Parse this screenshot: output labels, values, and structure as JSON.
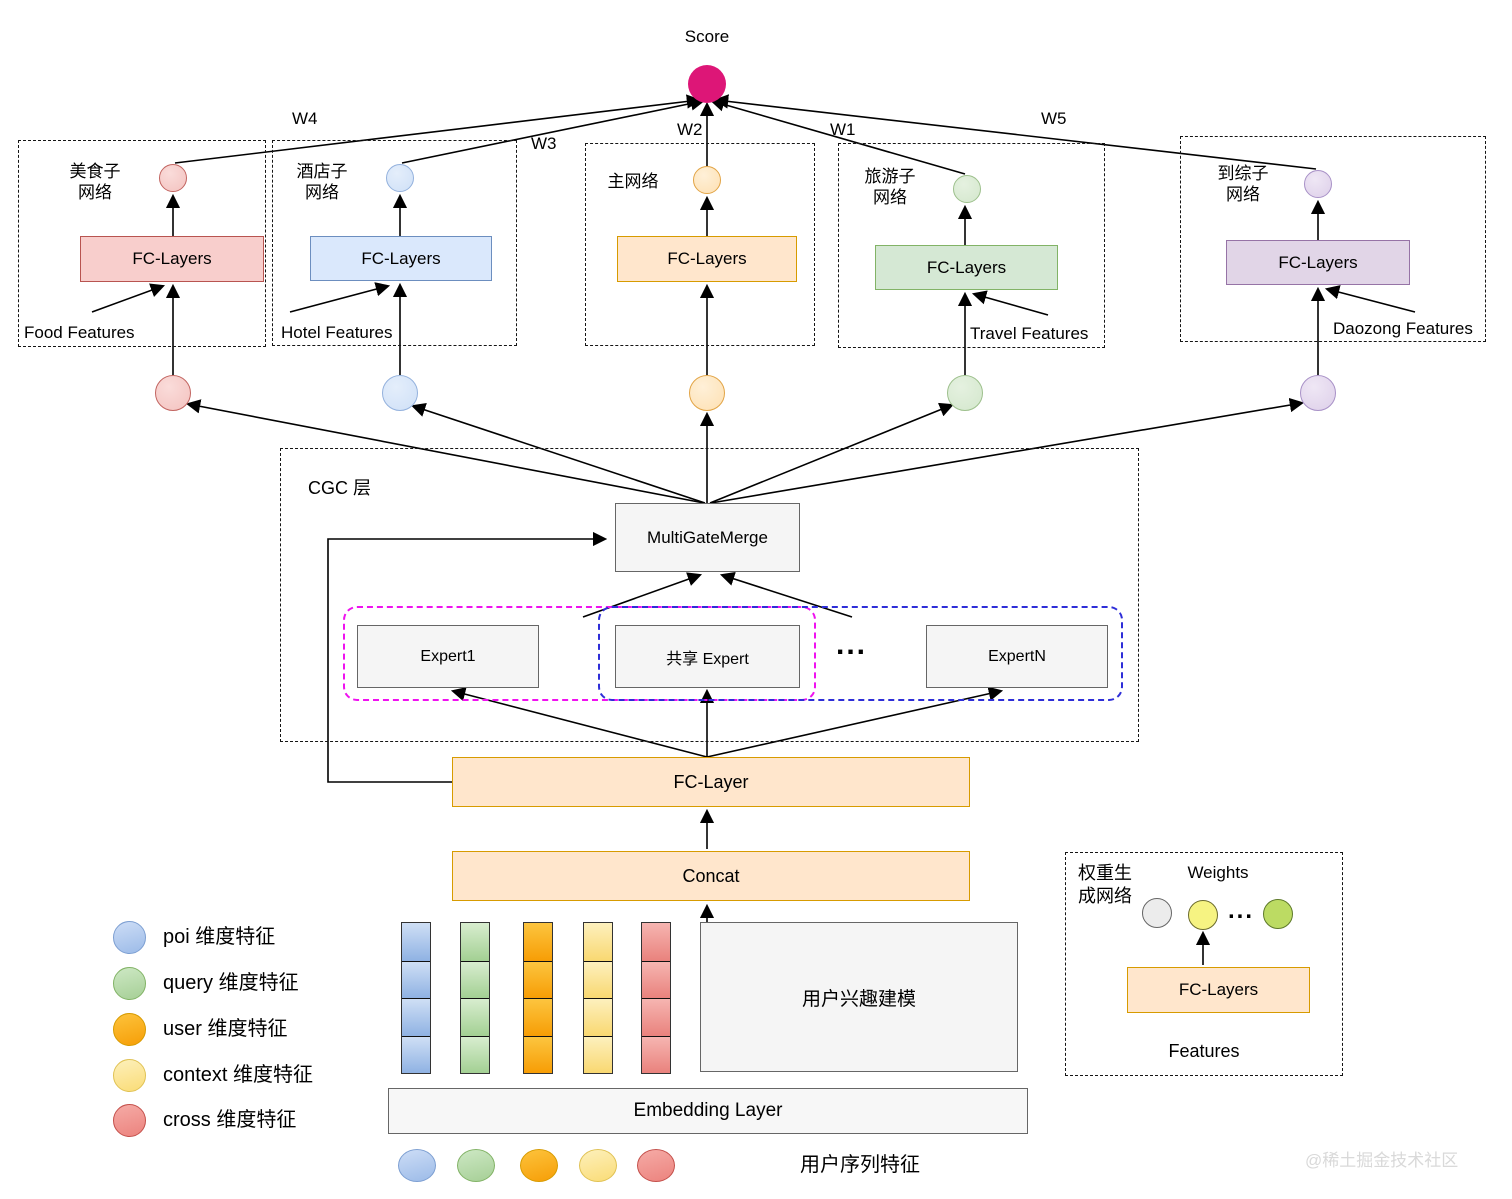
{
  "score": {
    "label": "Score"
  },
  "edge_weights": {
    "w4": "W4",
    "w3": "W3",
    "w2": "W2",
    "w1": "W1",
    "w5": "W5"
  },
  "subnets": [
    {
      "title": "美食子\n网络",
      "fc": "FC-Layers",
      "features": "Food Features"
    },
    {
      "title": "酒店子\n网络",
      "fc": "FC-Layers",
      "features": "Hotel Features"
    },
    {
      "title": "主网络",
      "fc": "FC-Layers",
      "features": ""
    },
    {
      "title": "旅游子\n网络",
      "fc": "FC-Layers",
      "features": "Travel Features"
    },
    {
      "title": "到综子\n网络",
      "fc": "FC-Layers",
      "features": "Daozong Features"
    }
  ],
  "cgc": {
    "label": "CGC 层",
    "merge": "MultiGateMerge",
    "experts": [
      "Expert1",
      "共享 Expert",
      "ExpertN"
    ],
    "dots": "..."
  },
  "pipeline": {
    "fc_layer": "FC-Layer",
    "concat": "Concat",
    "embedding": "Embedding Layer",
    "interest": "用户兴趣建模",
    "sequence": "用户序列特征"
  },
  "legend": {
    "items": [
      {
        "label": "poi 维度特征",
        "color": "#a9c6ee"
      },
      {
        "label": "query 维度特征",
        "color": "#b5dcab"
      },
      {
        "label": "user 维度特征",
        "color": "#f9a90f"
      },
      {
        "label": "context 维度特征",
        "color": "#fce59a"
      },
      {
        "label": "cross 维度特征",
        "color": "#ef938f"
      }
    ]
  },
  "weight_gen": {
    "title": "权重生\n成网络",
    "weights_label": "Weights",
    "fc": "FC-Layers",
    "features_label": "Features",
    "dots": "..."
  },
  "watermark": "@稀土掘金技术社区",
  "palette": {
    "score_circle": "#dd1677",
    "red_fill": "#f8cecc",
    "red_stroke": "#b85450",
    "blue_fill": "#dae8fc",
    "blue_stroke": "#6c8ebf",
    "orange_fill": "#ffe6cc",
    "orange_stroke": "#d79b00",
    "green_fill": "#d5e8d4",
    "green_stroke": "#82b366",
    "purple_fill": "#e1d5e7",
    "purple_stroke": "#9673a6",
    "gray_fill": "#f5f5f5",
    "magenta_group_border": "#ef12ef",
    "blue_group_border": "#2e2ed8"
  }
}
